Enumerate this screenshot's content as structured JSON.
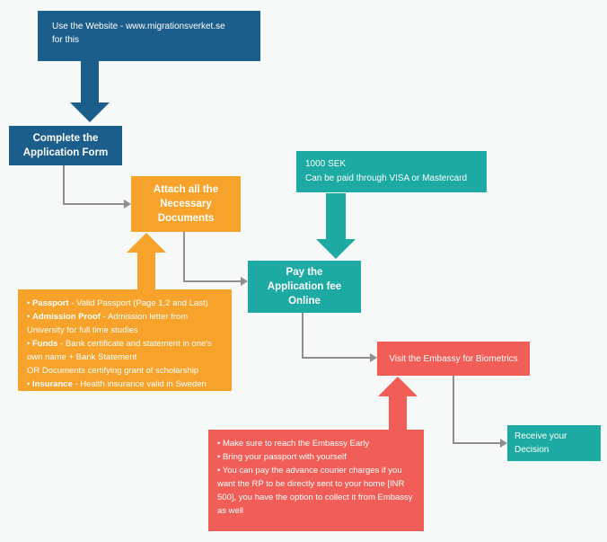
{
  "colors": {
    "blue": "#1b5e8c",
    "orange": "#f7a32b",
    "teal": "#1caaa3",
    "red": "#f15e57",
    "connector": "#8f8f8f",
    "background": "#f7f8f8"
  },
  "website_box": {
    "line1": "Use the Website -  www.migrationsverket.se",
    "line2": "for this"
  },
  "steps": {
    "complete_form": "Complete the Application Form",
    "attach_docs": "Attach all the Necessary Documents",
    "pay_fee": "Pay the Application fee Online",
    "visit_embassy": "Visit the Embassy for Biometrics",
    "receive_decision": "Receive your Decision"
  },
  "fee_box": {
    "line1": "1000 SEK",
    "line2": "Can be paid through VISA or Mastercard"
  },
  "attach_details": {
    "items": [
      {
        "bullet": "• ",
        "title": "Passport",
        "rest": " - Valid Passport (Page 1,2 and Last)"
      },
      {
        "bullet": "• ",
        "title": "Admission Proof",
        "rest": " - Admission letter from University for full time studies"
      },
      {
        "bullet": "• ",
        "title": "Funds",
        "rest": " - Bank certificate and statement in one's own name + Bank Statement"
      },
      {
        "bullet": "",
        "title": "",
        "rest": "OR Documents certifying grant of scholarship"
      },
      {
        "bullet": "• ",
        "title": "Insurance",
        "rest": " - Health insurance valid in Sweden"
      }
    ]
  },
  "embassy_details": {
    "items": [
      {
        "bullet": "• ",
        "title": "",
        "rest": "Make sure to reach the Embassy Early"
      },
      {
        "bullet": "• ",
        "title": "",
        "rest": "Bring your passport with yourself"
      },
      {
        "bullet": "• ",
        "title": "",
        "rest": "You can pay the advance courier charges if you want the RP to be directly sent to your  home [INR 500], you have the option to collect it from Embassy as well"
      }
    ]
  }
}
